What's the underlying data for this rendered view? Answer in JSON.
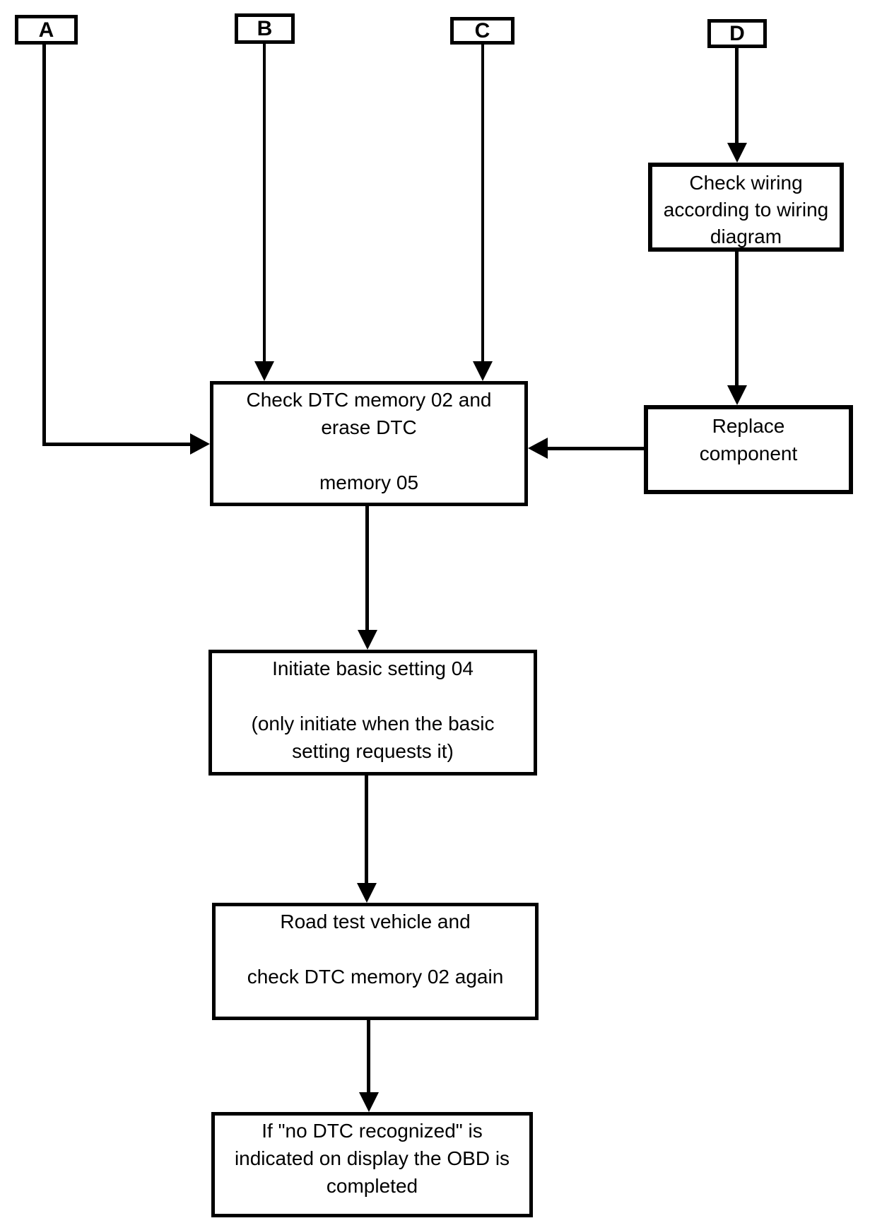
{
  "colors": {
    "ink": "#000000",
    "paper": "#ffffff"
  },
  "nodes": {
    "terminal_a": {
      "label": "A"
    },
    "terminal_b": {
      "label": "B"
    },
    "terminal_c": {
      "label": "C"
    },
    "terminal_d": {
      "label": "D"
    },
    "check_wiring": {
      "lines": [
        "Check wiring",
        "according to wiring",
        "diagram"
      ]
    },
    "replace_component": {
      "lines": [
        "Replace",
        "component"
      ]
    },
    "check_dtc": {
      "lines": [
        "Check DTC memory 02 and",
        "erase DTC",
        "",
        "memory 05"
      ]
    },
    "initiate_basic": {
      "lines": [
        "Initiate basic setting 04",
        "",
        "(only initiate when the basic",
        "setting requests it)"
      ]
    },
    "road_test": {
      "lines": [
        "Road test vehicle and",
        "",
        "check DTC memory 02 again"
      ]
    },
    "obd_complete": {
      "lines": [
        "If \"no DTC recognized\" is",
        "indicated on display the OBD is",
        "completed"
      ]
    }
  }
}
